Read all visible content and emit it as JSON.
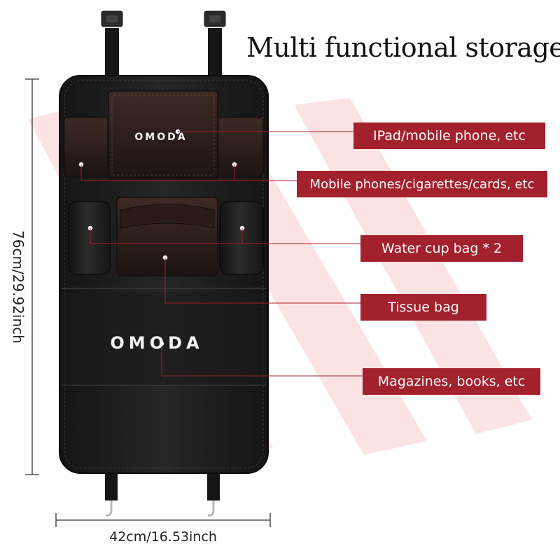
{
  "title": "Multi functional storage",
  "callouts": {
    "ipad": "IPad/mobile phone, etc",
    "phones": "Mobile phones/cigarettes/cards, etc",
    "cup": "Water cup bag * 2",
    "tissue": "Tissue bag",
    "magazines": "Magazines, books, etc"
  },
  "dimensions": {
    "height": "76cm/29.92inch",
    "width": "42cm/16.53inch"
  },
  "brand": {
    "logo_text": "OMODA"
  },
  "colors": {
    "callout_bg": "#a3202d",
    "leather": "#1e1e1e",
    "pocket_brown": "#3a2622",
    "watermark": "#e8303a"
  }
}
